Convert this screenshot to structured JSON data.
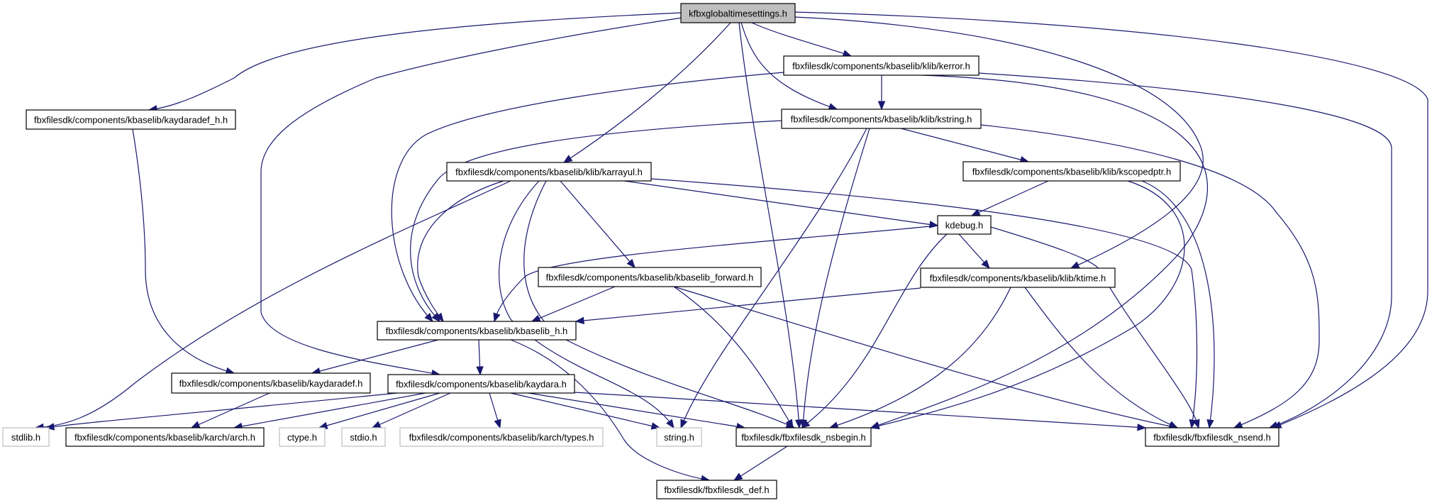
{
  "title": "kfbxglobaltimesettings.h include dependency graph",
  "colors": {
    "edge": "#191970",
    "root_fill": "#bfbfbf",
    "node_border": "#000000",
    "system_header_border": "#bfbfbf"
  },
  "nodes": [
    {
      "id": "root",
      "label": "kfbxglobaltimesettings.h",
      "kind": "root"
    },
    {
      "id": "kaydaradef_h",
      "label": "fbxfilesdk/components/kbaselib/kaydaradef_h.h",
      "kind": "project"
    },
    {
      "id": "kerror",
      "label": "fbxfilesdk/components/kbaselib/klib/kerror.h",
      "kind": "project"
    },
    {
      "id": "kstring",
      "label": "fbxfilesdk/components/kbaselib/klib/kstring.h",
      "kind": "project"
    },
    {
      "id": "karrayul",
      "label": "fbxfilesdk/components/kbaselib/klib/karrayul.h",
      "kind": "project"
    },
    {
      "id": "kscopedptr",
      "label": "fbxfilesdk/components/kbaselib/klib/kscopedptr.h",
      "kind": "project"
    },
    {
      "id": "kdebug",
      "label": "kdebug.h",
      "kind": "project"
    },
    {
      "id": "kbaselib_forward",
      "label": "fbxfilesdk/components/kbaselib/kbaselib_forward.h",
      "kind": "project"
    },
    {
      "id": "ktime",
      "label": "fbxfilesdk/components/kbaselib/klib/ktime.h",
      "kind": "project"
    },
    {
      "id": "kbaselib_h",
      "label": "fbxfilesdk/components/kbaselib/kbaselib_h.h",
      "kind": "project"
    },
    {
      "id": "kaydaradef",
      "label": "fbxfilesdk/components/kbaselib/kaydaradef.h",
      "kind": "project"
    },
    {
      "id": "kaydara",
      "label": "fbxfilesdk/components/kbaselib/kaydara.h",
      "kind": "project"
    },
    {
      "id": "stdlib",
      "label": "stdlib.h",
      "kind": "system"
    },
    {
      "id": "arch",
      "label": "fbxfilesdk/components/kbaselib/karch/arch.h",
      "kind": "project"
    },
    {
      "id": "ctype",
      "label": "ctype.h",
      "kind": "system"
    },
    {
      "id": "stdio",
      "label": "stdio.h",
      "kind": "system"
    },
    {
      "id": "types",
      "label": "fbxfilesdk/components/kbaselib/karch/types.h",
      "kind": "system"
    },
    {
      "id": "string",
      "label": "string.h",
      "kind": "system"
    },
    {
      "id": "nsbegin",
      "label": "fbxfilesdk/fbxfilesdk_nsbegin.h",
      "kind": "project"
    },
    {
      "id": "nsend",
      "label": "fbxfilesdk/fbxfilesdk_nsend.h",
      "kind": "project"
    },
    {
      "id": "def",
      "label": "fbxfilesdk/fbxfilesdk_def.h",
      "kind": "project"
    }
  ],
  "edges": [
    [
      "root",
      "kaydaradef_h"
    ],
    [
      "root",
      "kaydara"
    ],
    [
      "root",
      "karrayul"
    ],
    [
      "root",
      "nsbegin"
    ],
    [
      "root",
      "kstring"
    ],
    [
      "root",
      "kerror"
    ],
    [
      "root",
      "ktime"
    ],
    [
      "root",
      "nsend"
    ],
    [
      "kaydaradef_h",
      "kaydaradef"
    ],
    [
      "kerror",
      "kstring"
    ],
    [
      "kerror",
      "kbaselib_h"
    ],
    [
      "kerror",
      "nsbegin"
    ],
    [
      "kerror",
      "nsend"
    ],
    [
      "kstring",
      "kbaselib_h"
    ],
    [
      "kstring",
      "kscopedptr"
    ],
    [
      "kstring",
      "string"
    ],
    [
      "kstring",
      "nsbegin"
    ],
    [
      "kstring",
      "nsend"
    ],
    [
      "karrayul",
      "kbaselib_h"
    ],
    [
      "karrayul",
      "kdebug"
    ],
    [
      "karrayul",
      "kbaselib_forward"
    ],
    [
      "karrayul",
      "stdlib"
    ],
    [
      "karrayul",
      "string"
    ],
    [
      "karrayul",
      "nsbegin"
    ],
    [
      "karrayul",
      "nsend"
    ],
    [
      "kscopedptr",
      "kdebug"
    ],
    [
      "kscopedptr",
      "nsbegin"
    ],
    [
      "kscopedptr",
      "nsend"
    ],
    [
      "kdebug",
      "kbaselib_h"
    ],
    [
      "kdebug",
      "ktime"
    ],
    [
      "kdebug",
      "nsbegin"
    ],
    [
      "kdebug",
      "nsend"
    ],
    [
      "kbaselib_forward",
      "kbaselib_h"
    ],
    [
      "kbaselib_forward",
      "nsbegin"
    ],
    [
      "kbaselib_forward",
      "nsend"
    ],
    [
      "ktime",
      "kbaselib_h"
    ],
    [
      "ktime",
      "nsbegin"
    ],
    [
      "ktime",
      "nsend"
    ],
    [
      "kbaselib_h",
      "kaydaradef"
    ],
    [
      "kbaselib_h",
      "kaydara"
    ],
    [
      "kbaselib_h",
      "def"
    ],
    [
      "kaydaradef",
      "arch"
    ],
    [
      "kaydara",
      "stdlib"
    ],
    [
      "kaydara",
      "arch"
    ],
    [
      "kaydara",
      "ctype"
    ],
    [
      "kaydara",
      "stdio"
    ],
    [
      "kaydara",
      "types"
    ],
    [
      "kaydara",
      "string"
    ],
    [
      "kaydara",
      "nsbegin"
    ],
    [
      "kaydara",
      "nsend"
    ],
    [
      "nsbegin",
      "def"
    ]
  ]
}
